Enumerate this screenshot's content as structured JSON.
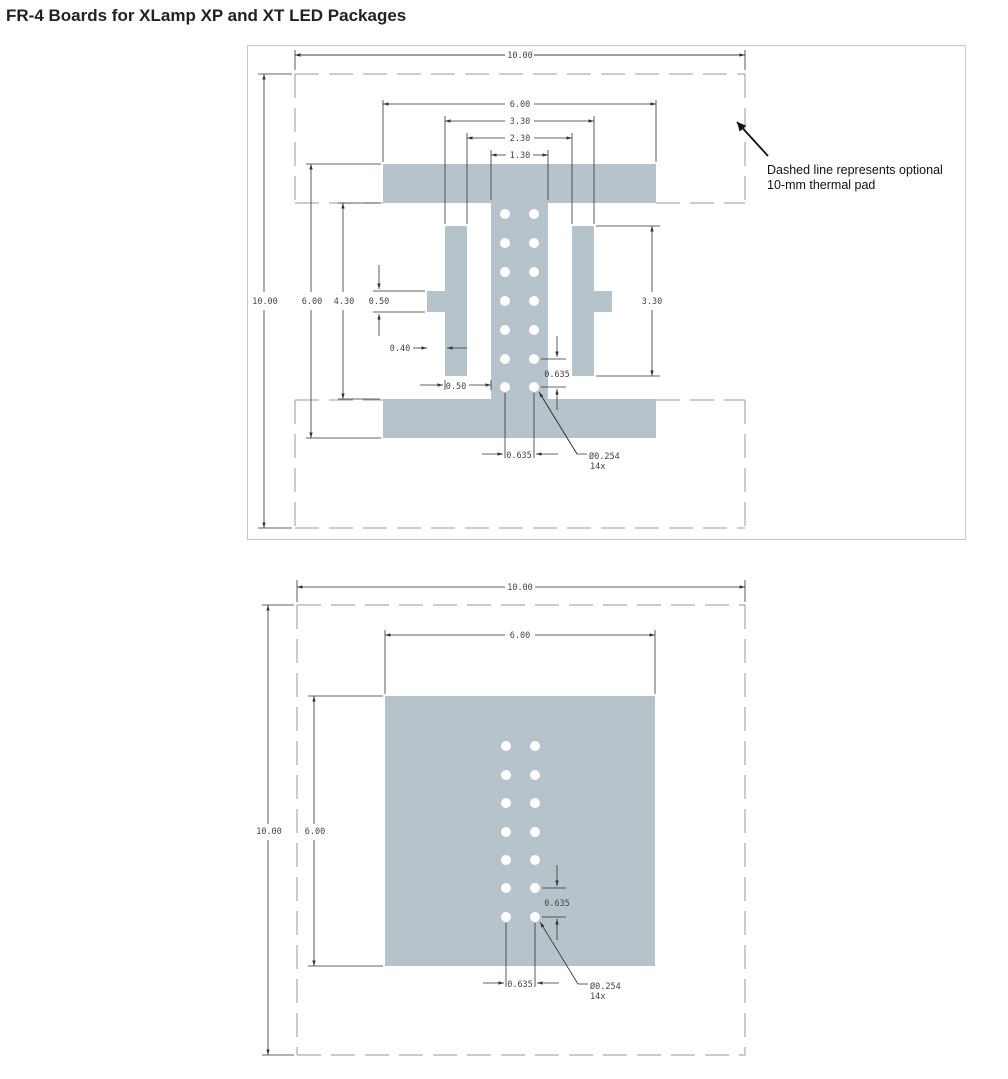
{
  "title": "FR-4 Boards for XLamp XP and XT LED Packages",
  "colors": {
    "pad": "#b6c3cb",
    "frame": "#c8c8c8",
    "text": "#222222"
  },
  "top_figure": {
    "note_line1": "Dashed line represents optional",
    "note_line2": "10-mm thermal pad",
    "dims": {
      "overall_width": "10.00",
      "overall_height": "10.00",
      "pad_width": "6.00",
      "pad_height": "6.00",
      "span_330": "3.30",
      "span_230": "2.30",
      "span_130": "1.30",
      "inner_height": "4.30",
      "tab_050": "0.50",
      "gap_040": "0.40",
      "gap_050": "0.50",
      "right_330": "3.30",
      "pitch_v": "0.635",
      "pitch_h": "0.635",
      "via_dia": "Ø0.254",
      "via_count": "14x"
    }
  },
  "bottom_figure": {
    "dims": {
      "overall_width": "10.00",
      "overall_height": "10.00",
      "pad_width": "6.00",
      "pad_height": "6.00",
      "pitch_v": "0.635",
      "pitch_h": "0.635",
      "via_dia": "Ø0.254",
      "via_count": "14x"
    }
  }
}
